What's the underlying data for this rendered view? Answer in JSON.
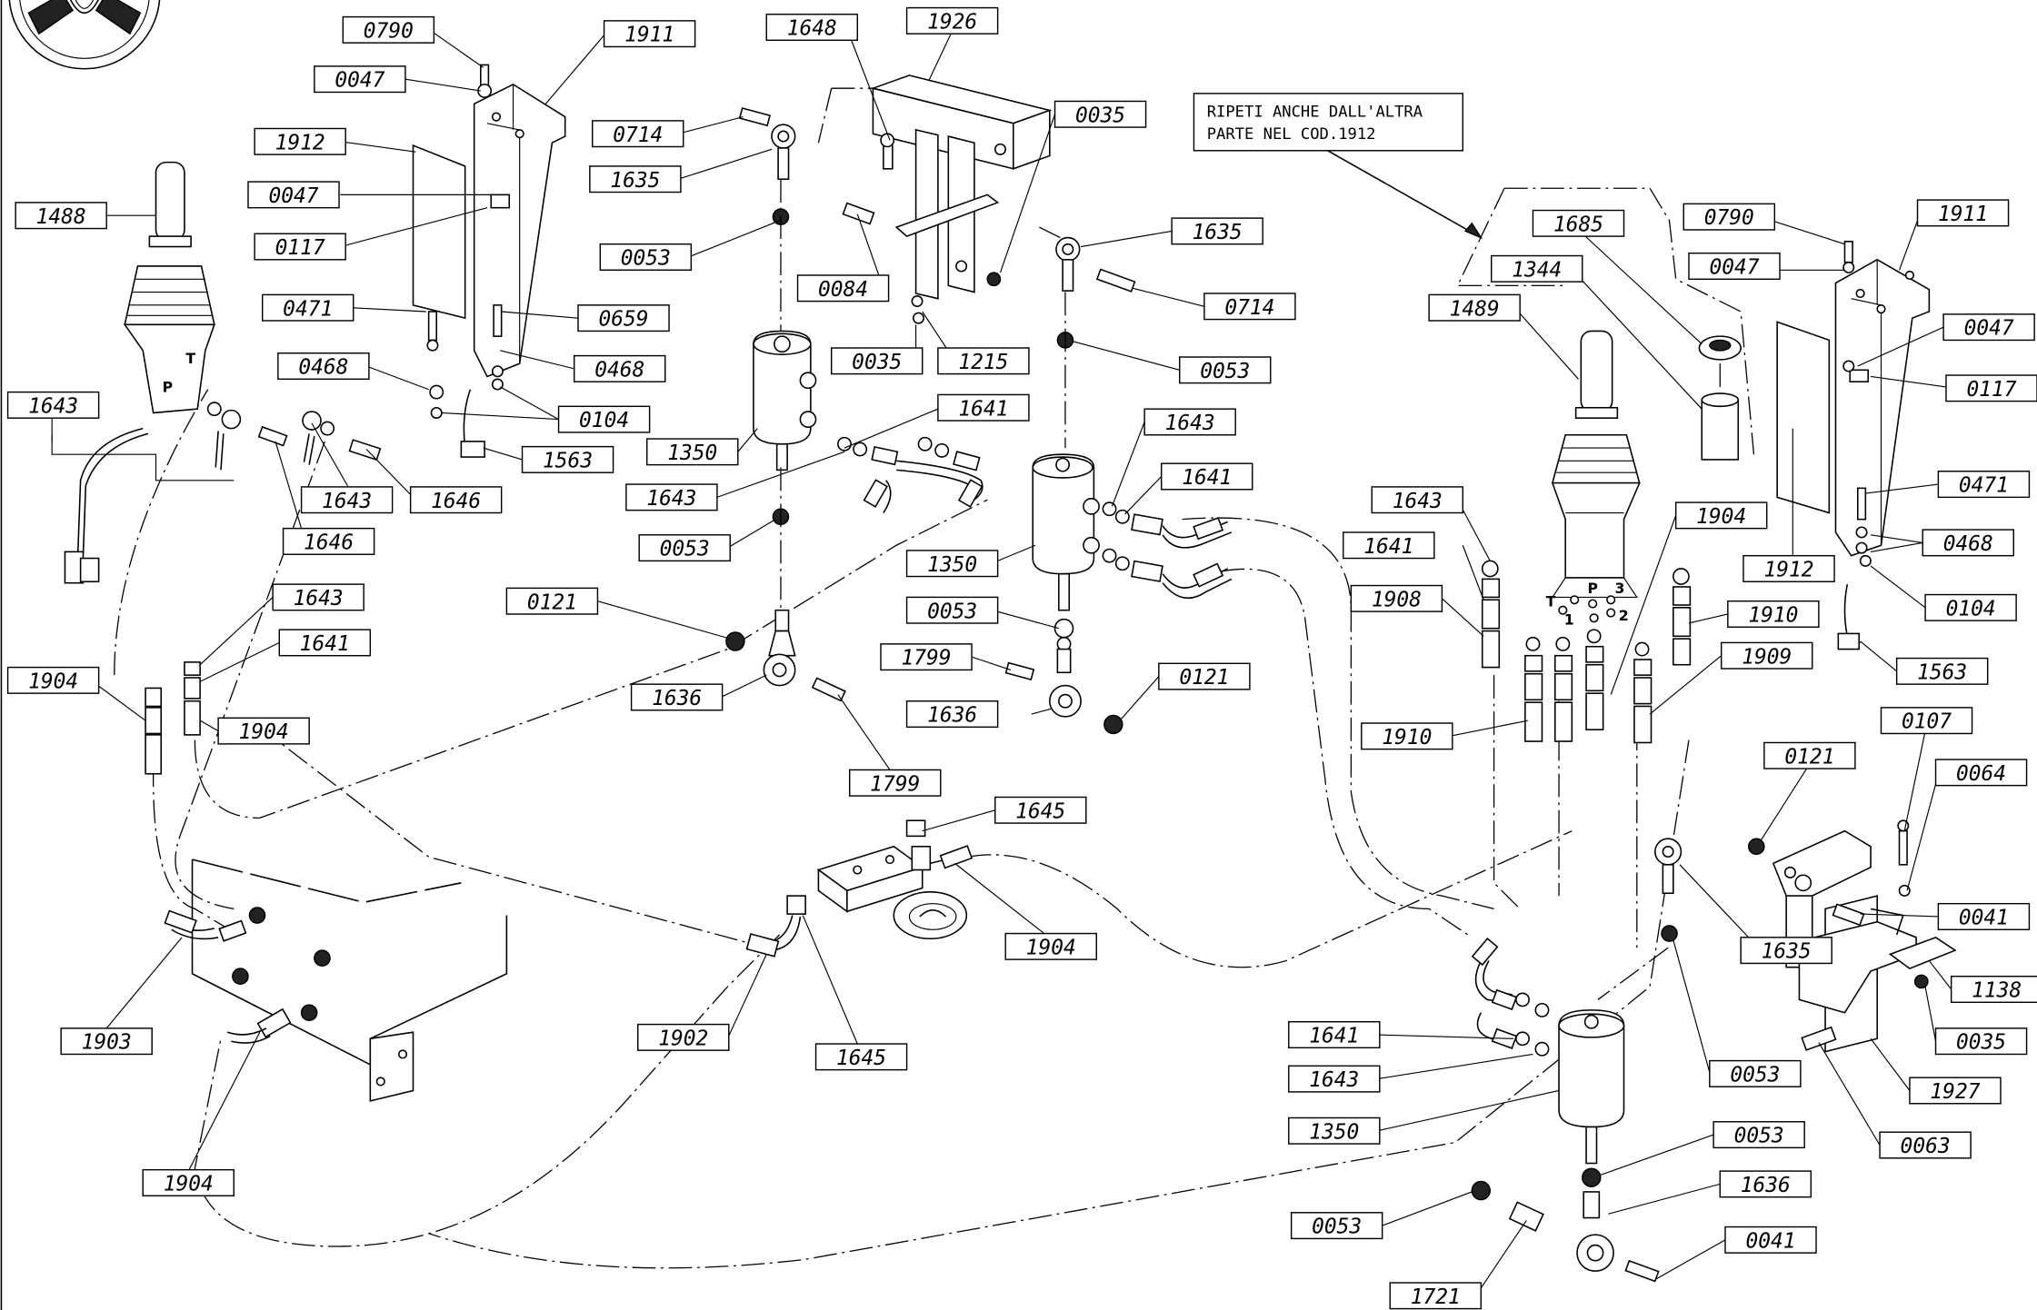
{
  "note": {
    "line1": "RIPETI ANCHE DALL'ALTRA",
    "line2": "PARTE NEL COD.1912"
  },
  "port_marks": {
    "T": "T",
    "P": "P",
    "one": "1",
    "two": "2",
    "three": "3"
  },
  "callouts": [
    {
      "id": "c01",
      "code": "0790"
    },
    {
      "id": "c02",
      "code": "0047"
    },
    {
      "id": "c03",
      "code": "1911"
    },
    {
      "id": "c04",
      "code": "1912"
    },
    {
      "id": "c05",
      "code": "0047"
    },
    {
      "id": "c06",
      "code": "0117"
    },
    {
      "id": "c07",
      "code": "1488"
    },
    {
      "id": "c08",
      "code": "0471"
    },
    {
      "id": "c09",
      "code": "0659"
    },
    {
      "id": "c10",
      "code": "0468"
    },
    {
      "id": "c11",
      "code": "0468"
    },
    {
      "id": "c12",
      "code": "0104"
    },
    {
      "id": "c13",
      "code": "1563"
    },
    {
      "id": "c14",
      "code": "1643"
    },
    {
      "id": "c15",
      "code": "1643"
    },
    {
      "id": "c16",
      "code": "1646"
    },
    {
      "id": "c17",
      "code": "1646"
    },
    {
      "id": "c18",
      "code": "1648"
    },
    {
      "id": "c19",
      "code": "1926"
    },
    {
      "id": "c20",
      "code": "0714"
    },
    {
      "id": "c21",
      "code": "1635"
    },
    {
      "id": "c22",
      "code": "0053"
    },
    {
      "id": "c23",
      "code": "0084"
    },
    {
      "id": "c24",
      "code": "0035"
    },
    {
      "id": "c25",
      "code": "1215"
    },
    {
      "id": "c26",
      "code": "0035"
    },
    {
      "id": "c27",
      "code": "1635"
    },
    {
      "id": "c28",
      "code": "0714"
    },
    {
      "id": "c29",
      "code": "0053"
    },
    {
      "id": "c30",
      "code": "1641"
    },
    {
      "id": "c31",
      "code": "1350"
    },
    {
      "id": "c32",
      "code": "1643"
    },
    {
      "id": "c33",
      "code": "0053"
    },
    {
      "id": "c34",
      "code": "1643"
    },
    {
      "id": "c35",
      "code": "1641"
    },
    {
      "id": "c36",
      "code": "1350"
    },
    {
      "id": "c37",
      "code": "0053"
    },
    {
      "id": "c38",
      "code": "0121"
    },
    {
      "id": "c39",
      "code": "1799"
    },
    {
      "id": "c40",
      "code": "0121"
    },
    {
      "id": "c41",
      "code": "1636"
    },
    {
      "id": "c42",
      "code": "1636"
    },
    {
      "id": "c43",
      "code": "1799"
    },
    {
      "id": "c44",
      "code": "1643"
    },
    {
      "id": "c45",
      "code": "1641"
    },
    {
      "id": "c46",
      "code": "1904"
    },
    {
      "id": "c47",
      "code": "1904"
    },
    {
      "id": "c48",
      "code": "1645"
    },
    {
      "id": "c49",
      "code": "1904"
    },
    {
      "id": "c50",
      "code": "1903"
    },
    {
      "id": "c51",
      "code": "1902"
    },
    {
      "id": "c52",
      "code": "1645"
    },
    {
      "id": "c53",
      "code": "1904"
    },
    {
      "id": "c54",
      "code": "1685"
    },
    {
      "id": "c55",
      "code": "1344"
    },
    {
      "id": "c56",
      "code": "1489"
    },
    {
      "id": "c57",
      "code": "0790"
    },
    {
      "id": "c58",
      "code": "0047"
    },
    {
      "id": "c59",
      "code": "1911"
    },
    {
      "id": "c60",
      "code": "0047"
    },
    {
      "id": "c61",
      "code": "0117"
    },
    {
      "id": "c62",
      "code": "0471"
    },
    {
      "id": "c63",
      "code": "0468"
    },
    {
      "id": "c64",
      "code": "0104"
    },
    {
      "id": "c65",
      "code": "1563"
    },
    {
      "id": "c66",
      "code": "1643"
    },
    {
      "id": "c67",
      "code": "1641"
    },
    {
      "id": "c68",
      "code": "1904"
    },
    {
      "id": "c69",
      "code": "1912"
    },
    {
      "id": "c70",
      "code": "1908"
    },
    {
      "id": "c71",
      "code": "1910"
    },
    {
      "id": "c72",
      "code": "1909"
    },
    {
      "id": "c73",
      "code": "1910"
    },
    {
      "id": "c74",
      "code": "0107"
    },
    {
      "id": "c75",
      "code": "0121"
    },
    {
      "id": "c76",
      "code": "0064"
    },
    {
      "id": "c77",
      "code": "0041"
    },
    {
      "id": "c78",
      "code": "1635"
    },
    {
      "id": "c79",
      "code": "1138"
    },
    {
      "id": "c80",
      "code": "0035"
    },
    {
      "id": "c81",
      "code": "1927"
    },
    {
      "id": "c82",
      "code": "0053"
    },
    {
      "id": "c83",
      "code": "0063"
    },
    {
      "id": "c84",
      "code": "1641"
    },
    {
      "id": "c85",
      "code": "1643"
    },
    {
      "id": "c86",
      "code": "1350"
    },
    {
      "id": "c87",
      "code": "0053"
    },
    {
      "id": "c88",
      "code": "1636"
    },
    {
      "id": "c89",
      "code": "0053"
    },
    {
      "id": "c90",
      "code": "0041"
    },
    {
      "id": "c91",
      "code": "1721"
    }
  ]
}
